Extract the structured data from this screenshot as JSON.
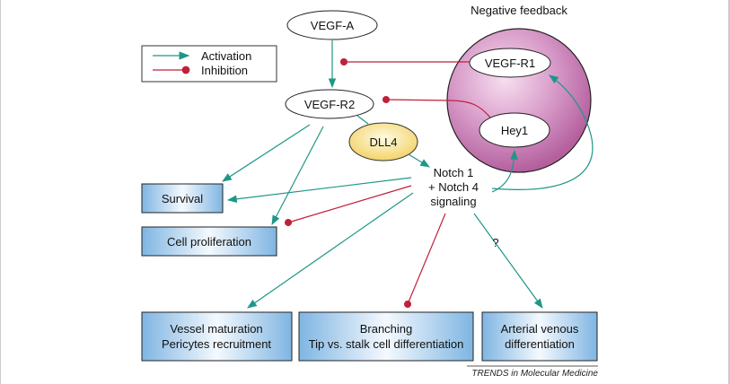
{
  "legend": {
    "activation_label": "Activation",
    "inhibition_label": "Inhibition"
  },
  "nodes": {
    "vegf_a": "VEGF-A",
    "vegf_r2": "VEGF-R2",
    "vegf_r1": "VEGF-R1",
    "hey1": "Hey1",
    "dll4": "DLL4",
    "notch_line1": "Notch 1",
    "notch_line2": "+ Notch 4",
    "notch_line3": "signaling"
  },
  "feedback_title": "Negative feedback",
  "outcomes": {
    "survival": "Survival",
    "cell_proliferation": "Cell proliferation",
    "vessel_maturation_line1": "Vessel maturation",
    "vessel_maturation_line2": "Pericytes recruitment",
    "branching_line1": "Branching",
    "branching_line2": "Tip vs. stalk cell differentiation",
    "arterial_line1": "Arterial venous",
    "arterial_line2": "differentiation"
  },
  "question_mark": "?",
  "credit": "TRENDS in Molecular Medicine",
  "colors": {
    "activation": "#1f9688",
    "inhibition": "#c0203a",
    "sphere": "#c978b6",
    "box": "#8fc0e8",
    "dll4": "#f7e08a"
  }
}
